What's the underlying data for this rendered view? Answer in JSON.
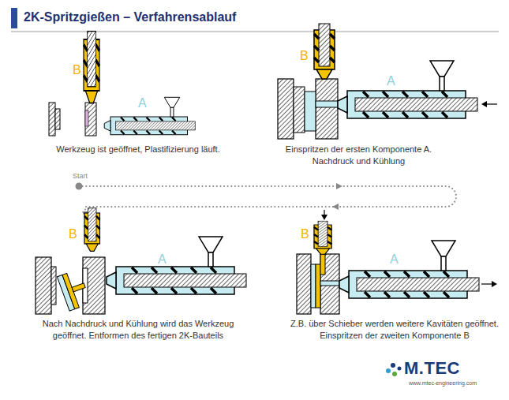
{
  "diagram": {
    "title": "2K-Spritzgießen – Verfahrensablauf",
    "labels": [
      "Start",
      "B",
      "A",
      "Werkzeug ist geöffnet, Plastifizierung läuft.",
      "B",
      "A",
      "Einspritzen der ersten Komponente A. Nachdruck und Kühlung",
      "B",
      "A",
      "Nach Nachdruck und Kühlung wird das Werkzeug geöffnet. Entformen des fertigen 2K-Bauteils",
      "B",
      "A",
      "Z.B. über Schieber werden weitere Kavitäten geöffnet. Einspritzen der zweiten Komponente B",
      "M.TEC",
      "www.mtec-engineering.com"
    ]
  }
}
